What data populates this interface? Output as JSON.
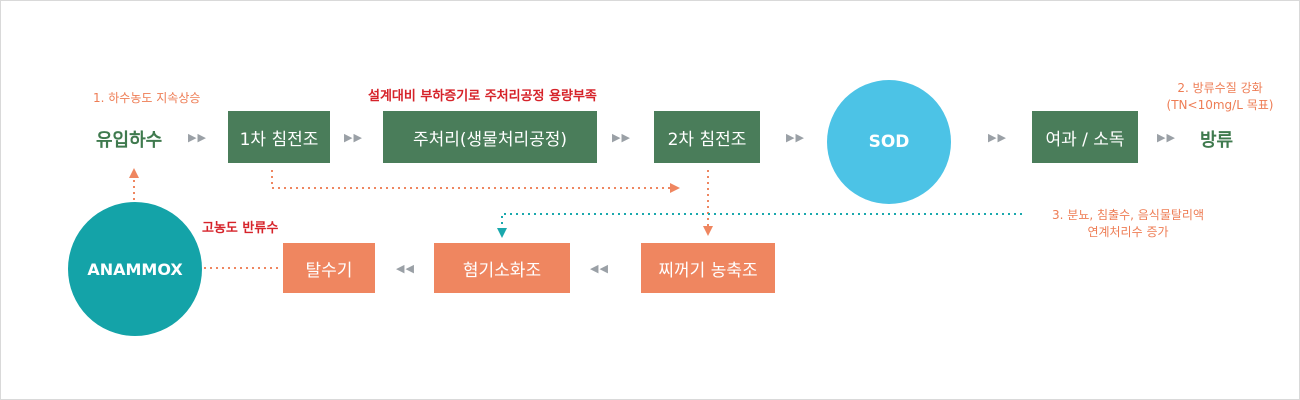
{
  "nodes": {
    "inflow": "유입하수",
    "primary_clarifier": "1차 침전조",
    "main_process": "주처리(생물처리공정)",
    "secondary_clarifier": "2차 침전조",
    "sod": "SOD",
    "filtration": "여과 / 소독",
    "discharge": "방류",
    "anammox": "ANAMMOX",
    "dewatering": "탈수기",
    "digester": "혐기소화조",
    "thickener": "찌꺼기 농축조"
  },
  "notes": {
    "note1": "1. 하수농도 지속상승",
    "main_note": "설계대비 부하증기로 주처리공정 용량부족",
    "note2_line1": "2. 방류수질 강화",
    "note2_line2": "(TN<10mg/L 목표)",
    "note3_line1": "3. 분뇨, 침출수, 음식물탈리액",
    "note3_line2": "연계처리수 증가",
    "return_note": "고농도 반류수"
  },
  "arrows": {
    "forward": "▶▶",
    "backward": "◀◀"
  },
  "colors": {
    "box_green": "#4a7d5a",
    "box_orange": "#ef8660",
    "circle_teal": "#14a3a8",
    "circle_blue": "#4cc3e6",
    "note_red": "#d6232a",
    "note_orange": "#ee7d55"
  }
}
